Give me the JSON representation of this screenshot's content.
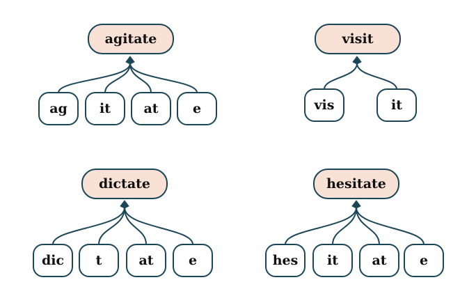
{
  "colors": {
    "root_fill": "#f9e1d6",
    "leaf_fill": "#ffffff",
    "stroke": "#1b4657",
    "text": "#111111"
  },
  "trees": [
    {
      "root": "agitate",
      "parts": [
        "ag",
        "it",
        "at",
        "e"
      ]
    },
    {
      "root": "visit",
      "parts": [
        "vis",
        "it"
      ]
    },
    {
      "root": "dictate",
      "parts": [
        "dic",
        "t",
        "at",
        "e"
      ]
    },
    {
      "root": "hesitate",
      "parts": [
        "hes",
        "it",
        "at",
        "e"
      ]
    }
  ]
}
